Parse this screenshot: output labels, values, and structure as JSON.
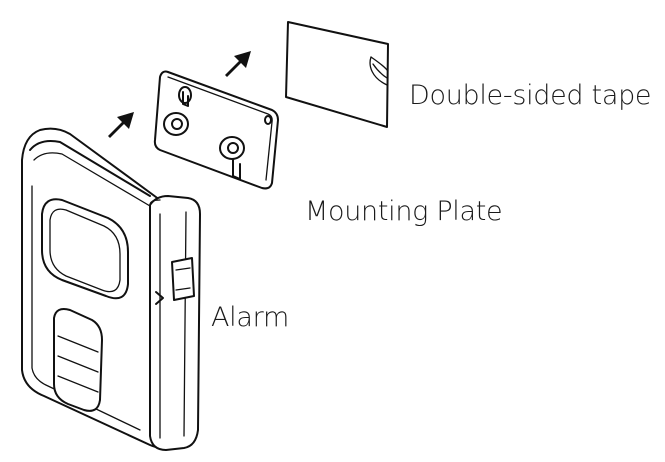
{
  "labels": {
    "tape": "Double-sided tape",
    "plate": "Mounting Plate",
    "alarm": "Alarm"
  },
  "icons": [
    "arrow-up-right-icon",
    "arrow-up-right-icon"
  ],
  "colors": {
    "line": "#111111",
    "background": "#ffffff"
  }
}
